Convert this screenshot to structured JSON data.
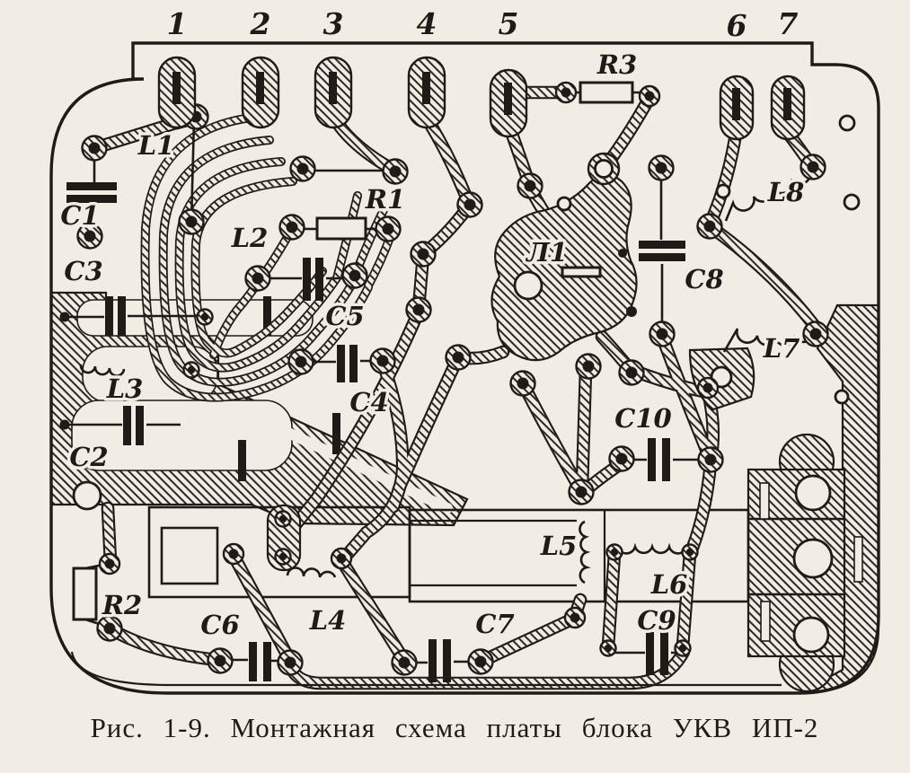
{
  "figure": {
    "caption": "Рис. 1-9. Монтажная схема платы блока УКВ ИП-2",
    "pins": [
      "1",
      "2",
      "3",
      "4",
      "5",
      "6",
      "7"
    ],
    "labels": {
      "l1": "L1",
      "l2": "L2",
      "l3": "L3",
      "l4": "L4",
      "l5": "L5",
      "l6": "L6",
      "l7": "L7",
      "l8": "L8",
      "c1": "C1",
      "c2": "C2",
      "c3": "C3",
      "c4": "C4",
      "c5": "C5",
      "c6": "C6",
      "c7": "C7",
      "c8": "C8",
      "c9": "C9",
      "c10": "C10",
      "r1": "R1",
      "r2": "R2",
      "r3": "R3",
      "v1": "Л1"
    },
    "colors": {
      "paper": "#f1ede4",
      "ink": "#1f1c18"
    }
  }
}
